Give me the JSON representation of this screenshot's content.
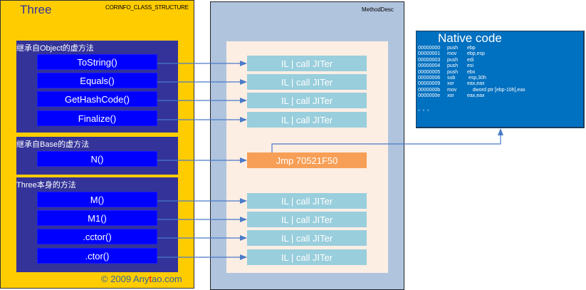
{
  "class_structure": {
    "title": "Three",
    "caption": "CORINFO_CLASS_STRUCTURE",
    "groups": [
      {
        "label": "继承自Object的虚方法",
        "methods": [
          "ToString()",
          "Equals()",
          "GetHashCode()",
          "Finalize()"
        ]
      },
      {
        "label": "继承自Base的虚方法",
        "methods": [
          "N()"
        ]
      },
      {
        "label": "Three本身的方法",
        "methods": [
          "M()",
          "M1()",
          ".cctor()",
          ".ctor()"
        ]
      }
    ],
    "copyright": {
      "prefix": "© 2009 Any",
      "highlight": "t",
      "suffix": "ao.com"
    }
  },
  "method_desc": {
    "caption": "MethodDesc",
    "entries": [
      "IL | call JITer",
      "IL | call JITer",
      "IL | call JITer",
      "IL | call JITer",
      "Jmp 70521F50",
      "IL | call JITer",
      "IL | call JITer",
      "IL | call JITer",
      "IL | call JITer"
    ]
  },
  "native_code": {
    "title": "Native code",
    "lines": [
      {
        "addr": "00000000",
        "op": "push",
        "arg": "ebp"
      },
      {
        "addr": "00000001",
        "op": "mov",
        "arg": "ebp,esp"
      },
      {
        "addr": "00000003",
        "op": "push",
        "arg": "edi"
      },
      {
        "addr": "00000004",
        "op": "push",
        "arg": "esi"
      },
      {
        "addr": "00000005",
        "op": "push",
        "arg": "ebx"
      },
      {
        "addr": "00000006",
        "op": "sub",
        "arg": " esp,30h"
      },
      {
        "addr": "00000009",
        "op": "xor",
        "arg": "eax,eax"
      },
      {
        "addr": "0000000b",
        "op": "mov",
        "arg": "    dword ptr [ebp-10h],eax"
      },
      {
        "addr": "0000000e",
        "op": "xor",
        "arg": "eax,eax"
      }
    ],
    "ellipsis": "。。。"
  },
  "colors": {
    "class_bg": "#ffcc00",
    "group_bg": "#333399",
    "method_bg": "#0000ff",
    "methoddesc_bg": "#b0c4de",
    "panel_bg": "#fdeee4",
    "il_bg": "#99cedc",
    "jmp_bg": "#f79f56",
    "native_bg": "#0070c0",
    "arrow": "#4a7ac8"
  }
}
